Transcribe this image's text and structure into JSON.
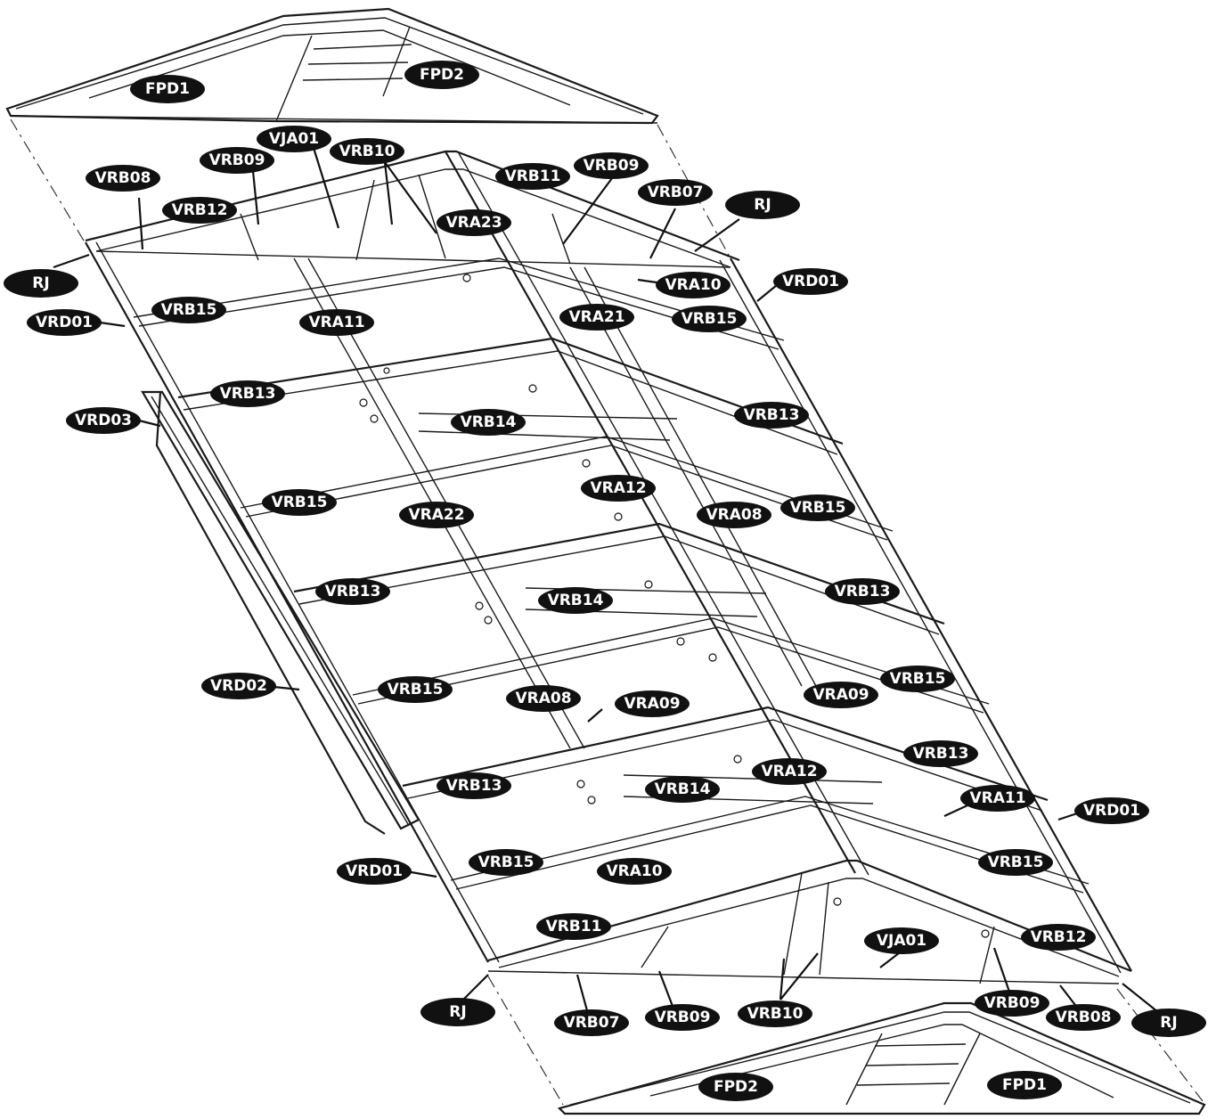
{
  "labels": {
    "fpd1_top": "FPD1",
    "fpd2_top": "FPD2",
    "vja01_top": "VJA01",
    "vrb10_top": "VRB10",
    "vrb09_top_left": "VRB09",
    "vrb08_top": "VRB08",
    "vrb12_top": "VRB12",
    "vrb11_top": "VRB11",
    "vrb09_top_right": "VRB09",
    "vrb07_top": "VRB07",
    "rj_top_right": "RJ",
    "vra23": "VRA23",
    "rj_top_left": "RJ",
    "vra10_top": "VRA10",
    "vrd01_top_right": "VRD01",
    "vrd01_top_left": "VRD01",
    "vrb15_a": "VRB15",
    "vra11_top": "VRA11",
    "vra21": "VRA21",
    "vrb15_b": "VRB15",
    "vrb13_a": "VRB13",
    "vrd03": "VRD03",
    "vrb14_a": "VRB14",
    "vrb13_b": "VRB13",
    "vra12_a": "VRA12",
    "vrb15_c": "VRB15",
    "vra22": "VRA22",
    "vra08_a": "VRA08",
    "vrb15_d": "VRB15",
    "vrb13_c": "VRB13",
    "vrb13_d": "VRB13",
    "vrb14_b": "VRB14",
    "vrd02": "VRD02",
    "vrb15_e": "VRB15",
    "vrb15_f": "VRB15",
    "vra08_b": "VRA08",
    "vra09_a": "VRA09",
    "vra09_b": "VRA09",
    "vrb13_e": "VRB13",
    "vrb13_f": "VRB13",
    "vra12_b": "VRA12",
    "vrb14_c": "VRB14",
    "vra11_bottom": "VRA11",
    "vrd01_bottom_right": "VRD01",
    "vrd01_bottom_left": "VRD01",
    "vrb15_g": "VRB15",
    "vra10_bottom": "VRA10",
    "vrb15_h": "VRB15",
    "vrb11_bottom": "VRB11",
    "vja01_bottom": "VJA01",
    "vrb12_bottom": "VRB12",
    "rj_bottom_left": "RJ",
    "vrb07_bottom": "VRB07",
    "vrb09_bottom_left": "VRB09",
    "vrb10_bottom": "VRB10",
    "vrb09_bottom_right": "VRB09",
    "vrb08_bottom": "VRB08",
    "rj_bottom_right": "RJ",
    "fpd2_bottom": "FPD2",
    "fpd1_bottom": "FPD1"
  },
  "colors": {
    "callout_fill": "#111111",
    "callout_text": "#ffffff",
    "line": "#1a1a1a"
  }
}
